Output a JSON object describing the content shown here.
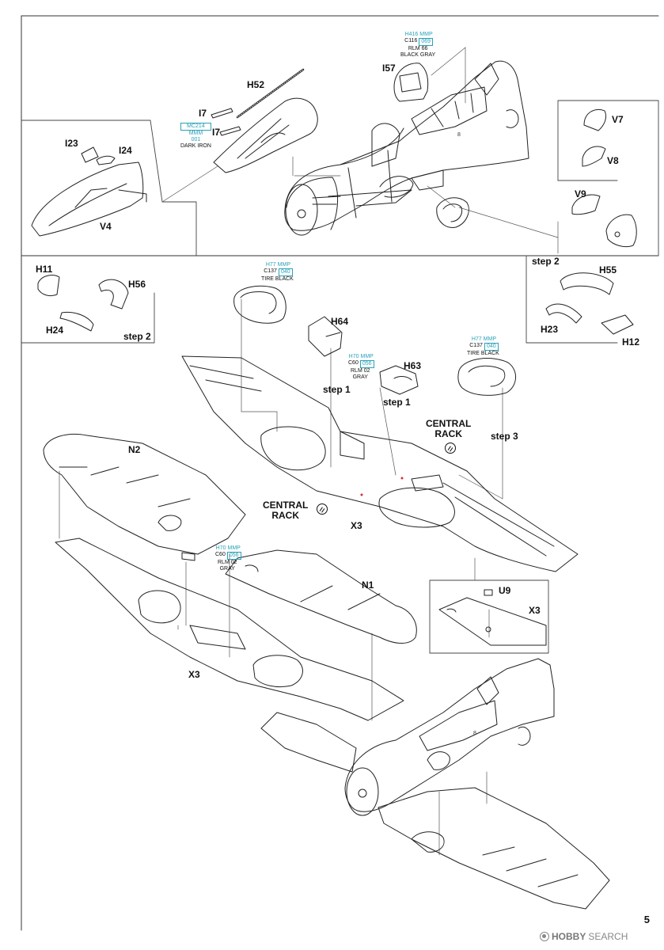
{
  "page": {
    "number": "5"
  },
  "watermark": {
    "brand": "HOBBY",
    "suffix": "SEARCH"
  },
  "parts": {
    "i57": "I57",
    "h52": "H52",
    "i7a": "I7",
    "i7b": "I7",
    "i23": "I23",
    "i24": "I24",
    "v4": "V4",
    "v7": "V7",
    "v8": "V8",
    "v9": "V9",
    "h11": "H11",
    "h56": "H56",
    "h24": "H24",
    "h64": "H64",
    "h63": "H63",
    "h55": "H55",
    "h23": "H23",
    "h12": "H12",
    "n2": "N2",
    "n1": "N1",
    "u9": "U9",
    "x3a": "X3",
    "x3b": "X3",
    "x3c": "X3"
  },
  "steps": {
    "s2_left": "step 2",
    "s2_right": "step 2",
    "s1_a": "step 1",
    "s1_b": "step 1",
    "s3": "step 3"
  },
  "central_rack": {
    "a_line1": "CENTRAL",
    "a_line2": "RACK",
    "b_line1": "CENTRAL",
    "b_line2": "RACK"
  },
  "paints": {
    "black_gray": {
      "h": "H416",
      "mmp": "MMP",
      "c": "C116",
      "num": "069",
      "name1": "RLM 66",
      "name2": "BLACK GRAY"
    },
    "dark_iron": {
      "mc": "MC214",
      "mmm": "MMM",
      "num": "001",
      "name": "DARK IRON"
    },
    "tire_a": {
      "h": "H77",
      "mmp": "MMP",
      "c": "C137",
      "num": "040",
      "name": "TIRE BLACK"
    },
    "tire_b": {
      "h": "H77",
      "mmp": "MMP",
      "c": "C137",
      "num": "040",
      "name": "TIRE BLACK"
    },
    "gray_a": {
      "h": "H70",
      "mmp": "MMP",
      "c": "C60",
      "num": "056",
      "name1": "RLM 02",
      "name2": "GRAY"
    },
    "gray_b": {
      "h": "H70",
      "mmp": "MMP",
      "c": "C60",
      "num": "056",
      "name1": "RLM 02",
      "name2": "GRAY"
    }
  }
}
